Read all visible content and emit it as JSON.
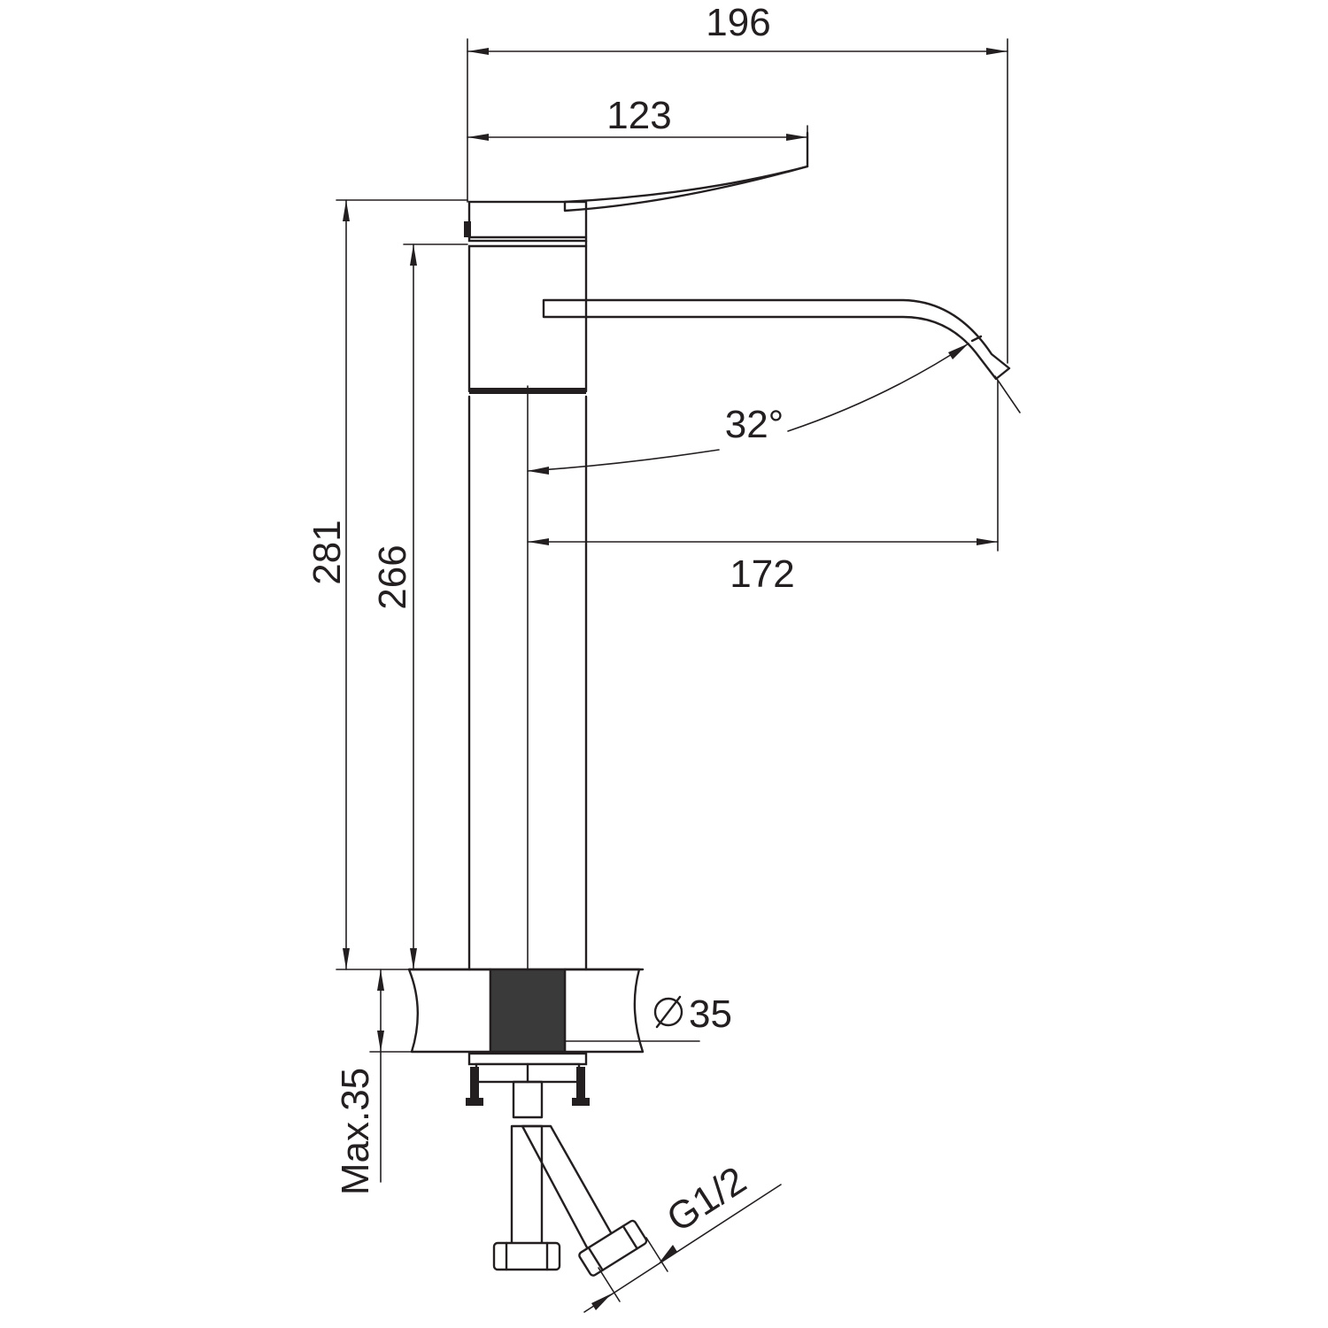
{
  "dimensions": {
    "overall_reach": "196",
    "handle_length": "123",
    "spout_reach": "172",
    "overall_height": "281",
    "spout_height": "266",
    "swivel_angle": "32°",
    "hole_diameter": "35",
    "counter_thickness": "Max.35",
    "connection_thread": "G1/2"
  },
  "colors": {
    "line": "#231f20",
    "background": "#ffffff"
  }
}
